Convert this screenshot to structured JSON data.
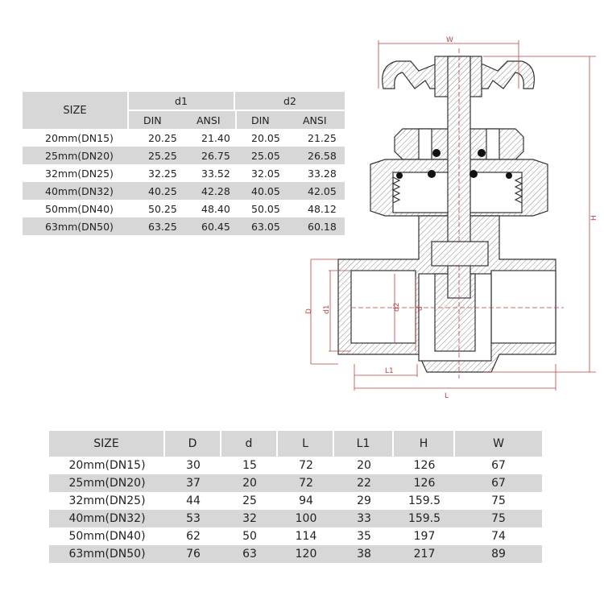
{
  "top_table": {
    "size_label": "SIZE",
    "group1": "d1",
    "group2": "d2",
    "sub": [
      "DIN",
      "ANSI",
      "DIN",
      "ANSI"
    ],
    "rows": [
      [
        "20mm(DN15)",
        "20.25",
        "21.40",
        "20.05",
        "21.25"
      ],
      [
        "25mm(DN20)",
        "25.25",
        "26.75",
        "25.05",
        "26.58"
      ],
      [
        "32mm(DN25)",
        "32.25",
        "33.52",
        "32.05",
        "33.28"
      ],
      [
        "40mm(DN32)",
        "40.25",
        "42.28",
        "40.05",
        "42.05"
      ],
      [
        "50mm(DN40)",
        "50.25",
        "48.40",
        "50.05",
        "48.12"
      ],
      [
        "63mm(DN50)",
        "63.25",
        "60.45",
        "63.05",
        "60.18"
      ]
    ]
  },
  "bottom_table": {
    "headers": [
      "SIZE",
      "D",
      "d",
      "L",
      "L1",
      "H",
      "W"
    ],
    "rows": [
      [
        "20mm(DN15)",
        "30",
        "15",
        "72",
        "20",
        "126",
        "67"
      ],
      [
        "25mm(DN20)",
        "37",
        "20",
        "72",
        "22",
        "126",
        "67"
      ],
      [
        "32mm(DN25)",
        "44",
        "25",
        "94",
        "29",
        "159.5",
        "75"
      ],
      [
        "40mm(DN32)",
        "53",
        "32",
        "100",
        "33",
        "159.5",
        "75"
      ],
      [
        "50mm(DN40)",
        "62",
        "50",
        "114",
        "35",
        "197",
        "74"
      ],
      [
        "63mm(DN50)",
        "76",
        "63",
        "120",
        "38",
        "217",
        "89"
      ]
    ]
  },
  "drawing": {
    "dim_labels": {
      "w": "W",
      "h": "H",
      "d_big": "D",
      "d1": "d1",
      "d2": "d2",
      "d_small": "d",
      "l1": "L1",
      "l": "L"
    },
    "colors": {
      "dim_line": "#b44444",
      "outline": "#333333",
      "hatch": "#8a8a8a"
    }
  }
}
